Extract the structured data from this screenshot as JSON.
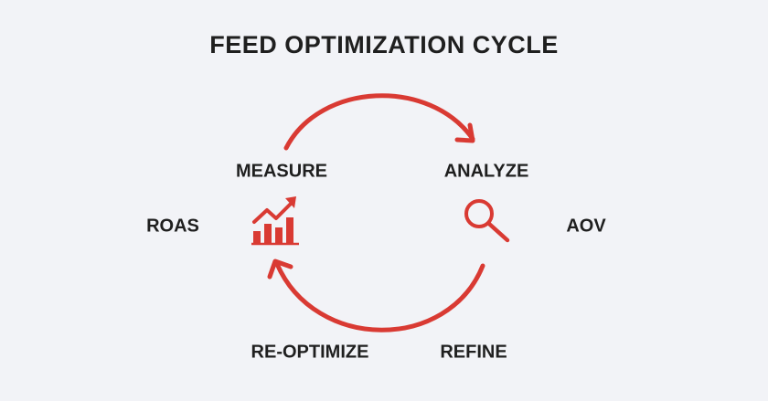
{
  "title": "FEED OPTIMIZATION CYCLE",
  "stages": {
    "measure": "MEASURE",
    "analyze": "ANALYZE",
    "refine": "REFINE",
    "reoptimize": "RE-OPTIMIZE"
  },
  "metrics": {
    "left": "ROAS",
    "right": "AOV"
  },
  "colors": {
    "accent": "#d93a33",
    "text": "#1f1f1f",
    "background": "#f2f3f7"
  },
  "icons": {
    "measure": "bar-chart-growth-icon",
    "analyze": "magnifier-icon"
  }
}
